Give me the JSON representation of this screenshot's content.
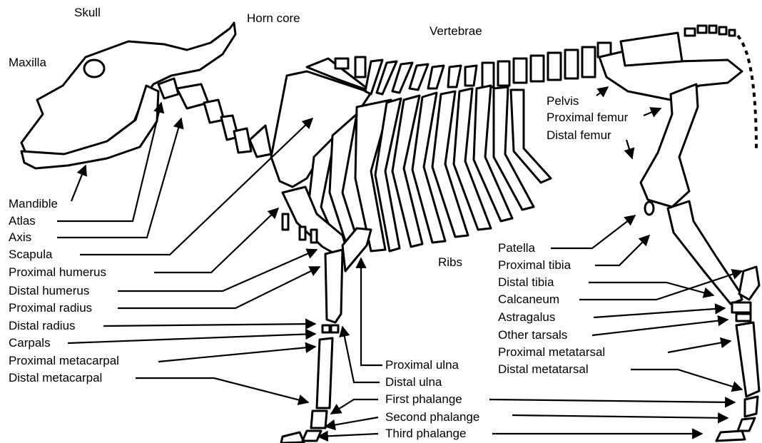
{
  "labels": {
    "skull": "Skull",
    "horn_core": "Horn core",
    "vertebrae": "Vertebrae",
    "maxilla": "Maxilla",
    "pelvis": "Pelvis",
    "proximal_femur": "Proximal femur",
    "distal_femur": "Distal femur",
    "mandible": "Mandible",
    "atlas": "Atlas",
    "axis": "Axis",
    "scapula": "Scapula",
    "proximal_humerus": "Proximal humerus",
    "distal_humerus": "Distal humerus",
    "proximal_radius": "Proximal radius",
    "distal_radius": "Distal radius",
    "carpals": "Carpals",
    "proximal_metacarpal": "Proximal metacarpal",
    "distal_metacarpal": "Distal metacarpal",
    "ribs": "Ribs",
    "patella": "Patella",
    "proximal_tibia": "Proximal tibia",
    "distal_tibia": "Distal tibia",
    "calcaneum": "Calcaneum",
    "astragalus": "Astragalus",
    "other_tarsals": "Other tarsals",
    "proximal_metatarsal": "Proximal metatarsal",
    "distal_metatarsal": "Distal metatarsal",
    "proximal_ulna": "Proximal ulna",
    "distal_ulna": "Distal ulna",
    "first_phalange": "First phalange",
    "second_phalange": "Second phalange",
    "third_phalange": "Third phalange"
  }
}
